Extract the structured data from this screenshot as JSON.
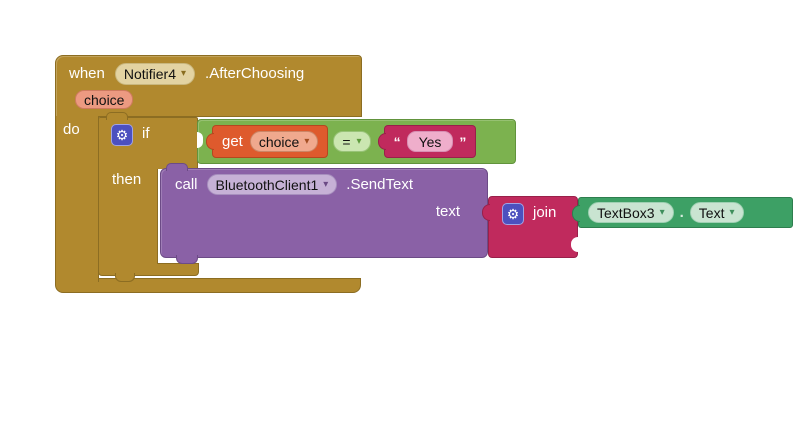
{
  "colors": {
    "gold": "#B1892E",
    "goldBorder": "#8C6D22",
    "greenOp": "#7CB24F",
    "greenOpBorder": "#61933C",
    "greenPill": "#CBE6B1",
    "orange": "#DE5A2D",
    "orangeBorder": "#B4481F",
    "orangePill": "#F0A98E",
    "magenta": "#C02A5D",
    "magentaBorder": "#99204A",
    "magentaPill": "#EFAECB",
    "purple": "#8A61A6",
    "purpleBorder": "#6C4B86",
    "purplePill": "#C6B1D6",
    "tealGreen": "#3DA065",
    "tealBorder": "#2E7E4E",
    "tealPill": "#C9E4D1",
    "tanPill": "#E3D3A2",
    "paramPill": "#EC9A81",
    "gearBg": "#4C50BF"
  },
  "icons": {
    "dropdown": "▾",
    "gear": "⚙"
  },
  "when_block": {
    "keyword": "when",
    "component": "Notifier4",
    "event": ".AfterChoosing",
    "param": "choice",
    "do_label": "do"
  },
  "if_block": {
    "if_label": "if",
    "then_label": "then"
  },
  "condition": {
    "get_label": "get",
    "variable": "choice",
    "operator": "=",
    "open_quote": "“",
    "string_value": "Yes",
    "close_quote": "”"
  },
  "call_block": {
    "keyword": "call",
    "component": "BluetoothClient1",
    "method": ".SendText",
    "arg_label": "text"
  },
  "join_block": {
    "label": "join"
  },
  "property_block": {
    "component": "TextBox3",
    "dot": ".",
    "property": "Text"
  }
}
